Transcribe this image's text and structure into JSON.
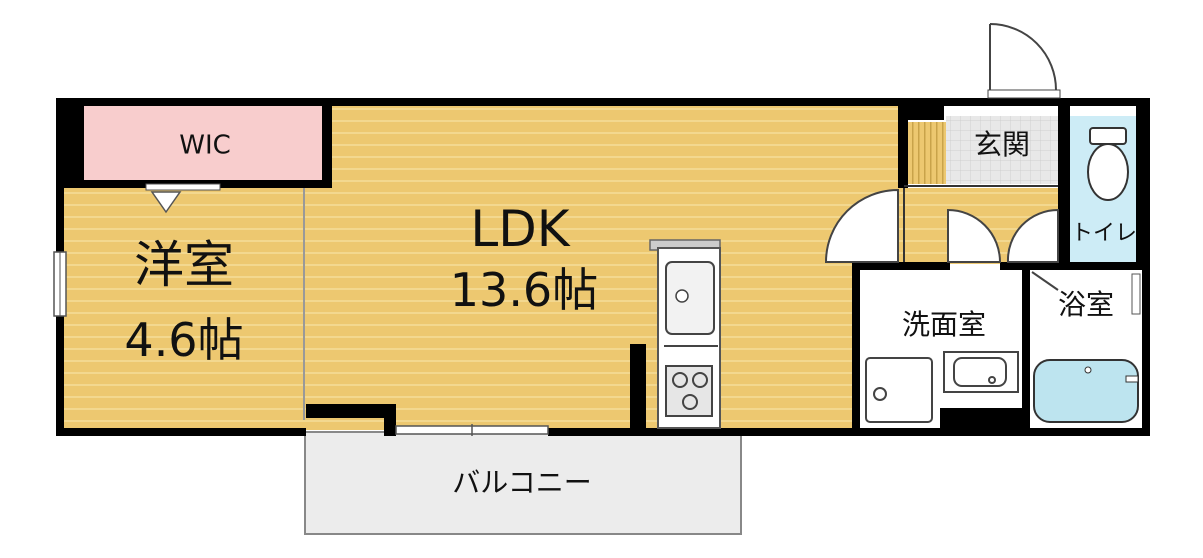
{
  "rooms": {
    "wic": {
      "label": "WIC"
    },
    "western_room": {
      "name": "洋室",
      "size": "4.6帖"
    },
    "ldk": {
      "name": "LDK",
      "size": "13.6帖"
    },
    "entrance": {
      "label": "玄関"
    },
    "toilet": {
      "label": "トイレ"
    },
    "washroom": {
      "label": "洗面室"
    },
    "bathroom": {
      "label": "浴室"
    },
    "balcony": {
      "label": "バルコニー"
    }
  },
  "colors": {
    "floor_wood": "#edc870",
    "floor_wood_stripe": "#f3d88f",
    "wic_fill": "#f8cdcd",
    "toilet_fill": "#cdecf6",
    "bath_fill": "#bde4ef",
    "tile_fill": "#e8e8e8",
    "balcony_fill": "#ececec",
    "wall": "#000000",
    "wet_area_fill": "#ffffff"
  }
}
